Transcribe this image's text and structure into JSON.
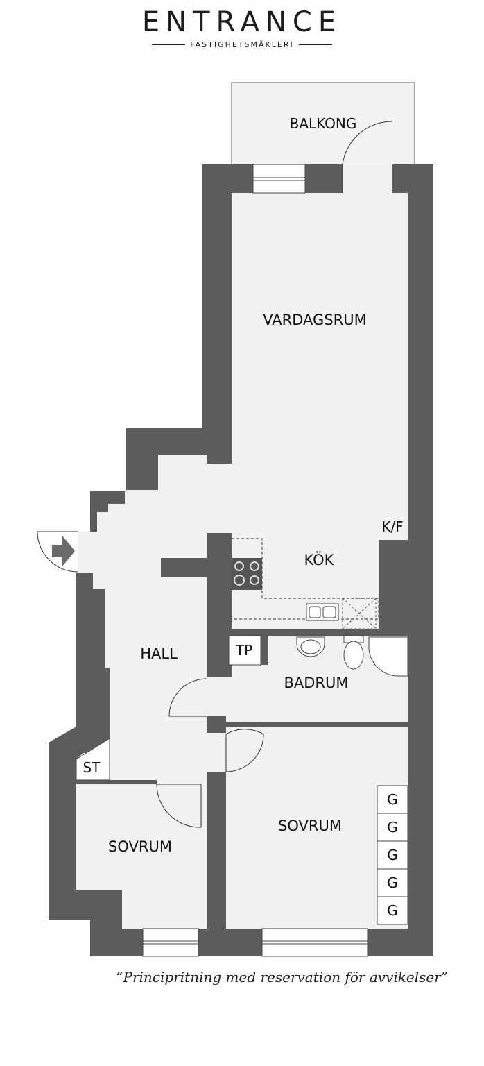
{
  "brand": {
    "name": "ENTRANCE",
    "subtitle": "FASTIGHETSMÄKLERI"
  },
  "rooms": {
    "balkong": "BALKONG",
    "vardagsrum": "VARDAGSRUM",
    "kok": "KÖK",
    "kf": "K/F",
    "hall": "HALL",
    "tp": "TP",
    "badrum": "BADRUM",
    "st": "ST",
    "sovrum_large": "SOVRUM",
    "sovrum_small": "SOVRUM"
  },
  "wardrobes": [
    "G",
    "G",
    "G",
    "G",
    "G"
  ],
  "caption": "“Principritning med reservation för avvikelser”",
  "colors": {
    "wall": "#5c5c5c",
    "floor": "#f1f1f1",
    "line": "#333333"
  }
}
